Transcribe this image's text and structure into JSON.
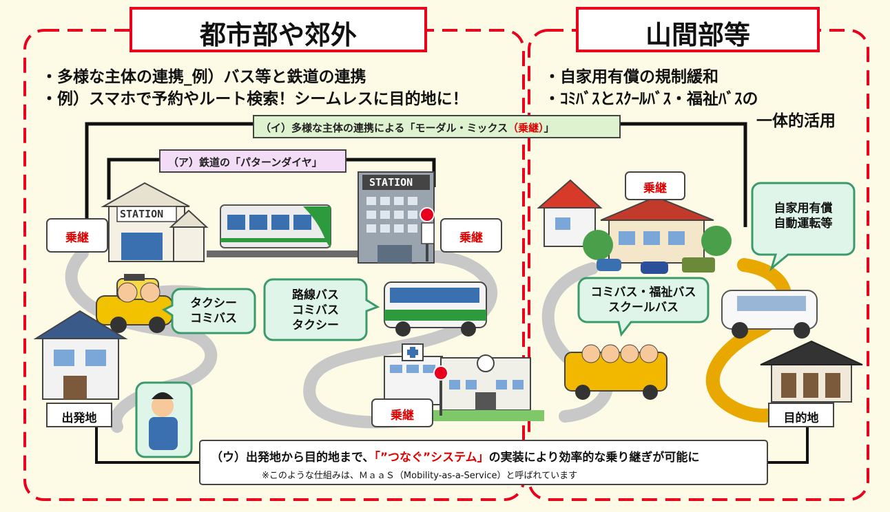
{
  "regions": {
    "urban": {
      "title": "都市部や郊外",
      "bullets": [
        "・多様な主体の連携_例）バス等と鉄道の連携",
        "・例）スマホで予約やルート検索！シームレスに目的地に！"
      ]
    },
    "mountain": {
      "title": "山間部等",
      "bullets": [
        "・自家用有償の規制緩和",
        "・ｺﾐﾊﾞｽとｽｸｰﾙﾊﾞｽ・福祉ﾊﾞｽの",
        "一体的活用"
      ]
    }
  },
  "labels": {
    "modal_mix_prefix": "（イ）多様な主体の連携による「モーダル・ミックス",
    "modal_mix_red": "（乗継）",
    "modal_mix_suffix": "」",
    "pattern_dia": "（ア）鉄道の「パターンダイヤ」"
  },
  "transfers": [
    "乗継",
    "乗継",
    "乗継",
    "乗継"
  ],
  "stations": [
    "STATION",
    "STATION"
  ],
  "bubbles": {
    "taxi": [
      "タクシー",
      "コミバス"
    ],
    "route_bus": [
      "路線バス",
      "コミバス",
      "タクシー"
    ],
    "community_bus": [
      "コミバス・福祉バス",
      "スクールバス"
    ],
    "private_paid": [
      "自家用有償",
      "自動運転等"
    ]
  },
  "places": {
    "origin": "出発地",
    "destination": "目的地"
  },
  "footer": {
    "line1_prefix": "（ウ）出発地から目的地まで、",
    "line1_red": "「”つなぐ”システム」",
    "line1_suffix": "の実装により効率的な乗り継ぎが可能に",
    "line2": "※このような仕組みは、ＭａａＳ（Mobility-as-a-Service）と呼ばれています"
  },
  "colors": {
    "frame": "#e8001c",
    "bubble": "#dff5ea",
    "bubble_border": "#3a9a6a",
    "pill_green": "#dff2d0",
    "pill_purple": "#f3dcf6",
    "road": "#c8c8c8",
    "road_yellow": "#e8a800"
  }
}
